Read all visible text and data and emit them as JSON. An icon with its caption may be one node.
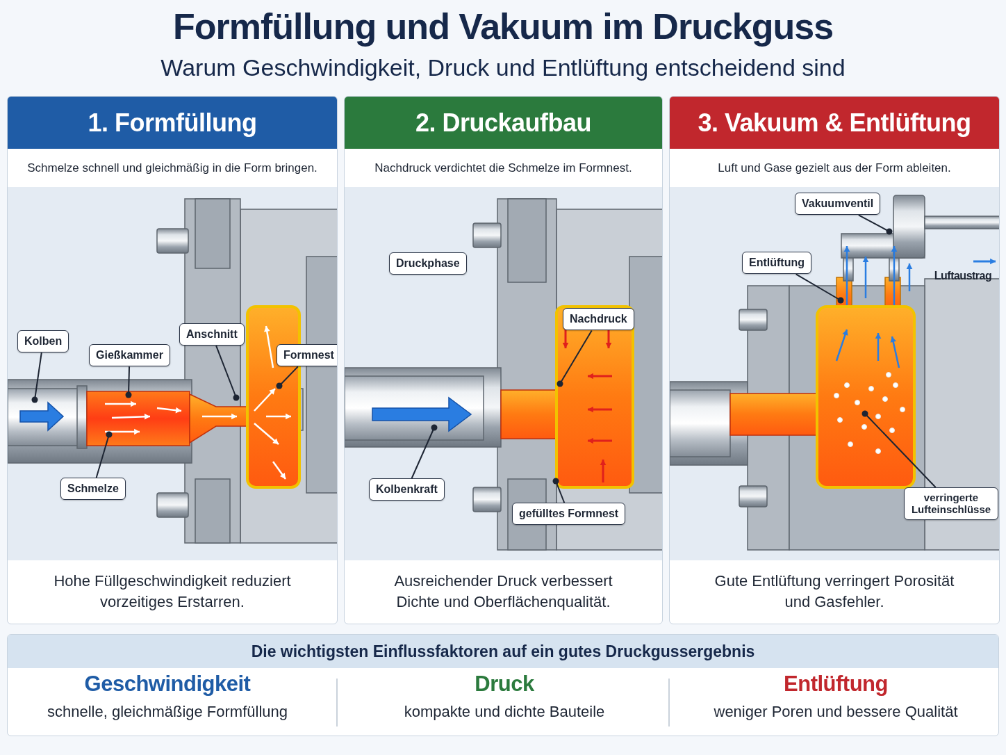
{
  "diagram": {
    "title": "Formfüllung und Vakuum im Druckguss",
    "nodes": [
      {
        "text": [
          "1. Formfüllung",
          "Schmelze schnell und gleichmäßig in die Form bringen.",
          "Hohe Füllgeschwindigkeit reduziert vorzeitiges Erstarren."
        ]
      },
      {
        "text": [
          "Kolben"
        ],
        "in": 0
      },
      {
        "text": [
          "Gießkammer"
        ],
        "in": 0
      },
      {
        "text": [
          "Anschnitt"
        ],
        "in": 0
      },
      {
        "text": [
          "Formnest"
        ],
        "in": 0
      },
      {
        "text": [
          "Schmelze"
        ],
        "in": 0
      },
      {
        "text": [
          "2. Druckaufbau",
          "Nachdruck verdichtet die Schmelze im Formnest.",
          "Ausreichender Druck verbessert Dichte und Oberflächenqualität."
        ]
      },
      {
        "text": [
          "Druckphase"
        ],
        "in": 6
      },
      {
        "text": [
          "Nachdruck"
        ],
        "in": 6
      },
      {
        "text": [
          "Kolbenkraft"
        ],
        "in": 6
      },
      {
        "text": [
          "gefülltes Formnest"
        ],
        "in": 6
      },
      {
        "text": [
          "3. Vakuum & Entlüftung",
          "Luft und Gase gezielt aus der Form ableiten.",
          "Gute Entlüftung verringert Porosität und Gasfehler."
        ]
      },
      {
        "text": [
          "Vakuumventil"
        ],
        "in": 11
      },
      {
        "text": [
          "Entlüftung"
        ],
        "in": 11
      },
      {
        "text": [
          "verringerte Lufteinschlüsse"
        ],
        "in": 11
      },
      {
        "text": [
          "Die wichtigsten Einflussfaktoren auf ein gutes Druckgussergebnis"
        ]
      }
    ],
    "edges": [
      {
        "from": 1,
        "to": null,
        "arrow": "other"
      },
      {
        "from": 2,
        "to": null,
        "arrow": "other"
      },
      {
        "from": 3,
        "to": null,
        "arrow": "other"
      },
      {
        "from": 4,
        "to": null,
        "arrow": "other"
      },
      {
        "from": 5,
        "to": null,
        "arrow": "other"
      },
      {
        "from": 8,
        "to": null,
        "arrow": "other"
      },
      {
        "from": 9,
        "to": null,
        "arrow": "other"
      },
      {
        "from": 10,
        "to": null,
        "arrow": "other"
      },
      {
        "from": 12,
        "to": null,
        "arrow": "other"
      },
      {
        "from": 13,
        "to": null,
        "arrow": "other"
      },
      {
        "from": 14,
        "to": null,
        "arrow": "other"
      }
    ],
    "labels": [
      "Warum Geschwindigkeit, Druck und Entlüftung entscheidend sind",
      "Luftaustrag",
      "Geschwindigkeit",
      "schnelle, gleichmäßige Formfüllung",
      "Druck",
      "kompakte und dichte Bauteile",
      "Entlüftung",
      "weniger Poren und bessere Qualität"
    ]
  }
}
